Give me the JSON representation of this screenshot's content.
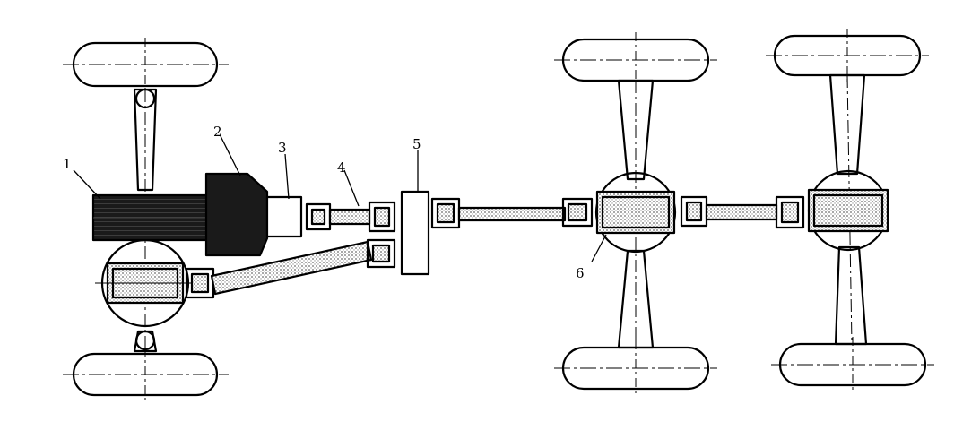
{
  "diagram": {
    "callouts": {
      "c1": "1",
      "c2": "2",
      "c3": "3",
      "c4": "4",
      "c5": "5",
      "c6": "6"
    }
  },
  "colors": {
    "ink": "#000000",
    "paper": "#ffffff",
    "solid_fill": "#1a1a1a",
    "hatch_fill": "#cfcfcf"
  }
}
